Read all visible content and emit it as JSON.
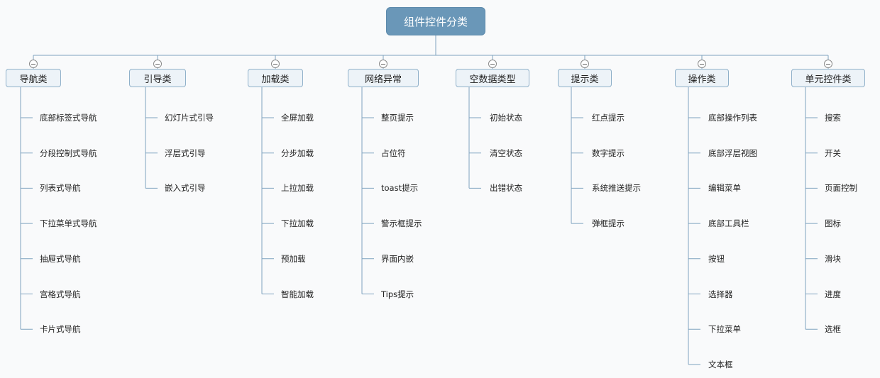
{
  "root": "组件控件分类",
  "categories": [
    {
      "label": "导航类",
      "items": [
        "底部标签式导航",
        "分段控制式导航",
        "列表式导航",
        "下拉菜单式导航",
        "抽屉式导航",
        "宫格式导航",
        "卡片式导航"
      ]
    },
    {
      "label": "引导类",
      "items": [
        "幻灯片式引导",
        "浮层式引导",
        "嵌入式引导"
      ]
    },
    {
      "label": "加载类",
      "items": [
        "全屏加载",
        "分步加载",
        "上拉加载",
        "下拉加载",
        "预加载",
        "智能加载"
      ]
    },
    {
      "label": "网络异常",
      "items": [
        "整页提示",
        "占位符",
        "toast提示",
        "警示框提示",
        "界面内嵌",
        "Tips提示"
      ]
    },
    {
      "label": "空数据类型",
      "items": [
        "初始状态",
        "清空状态",
        "出错状态"
      ]
    },
    {
      "label": "提示类",
      "items": [
        "红点提示",
        "数字提示",
        "系统推送提示",
        "弹框提示"
      ]
    },
    {
      "label": "操作类",
      "items": [
        "底部操作列表",
        "底部浮层视图",
        "编辑菜单",
        "底部工具栏",
        "按钮",
        "选择器",
        "下拉菜单",
        "文本框"
      ]
    },
    {
      "label": "单元控件类",
      "items": [
        "搜索",
        "开关",
        "页面控制",
        "图标",
        "滑块",
        "进度",
        "选框"
      ]
    }
  ]
}
